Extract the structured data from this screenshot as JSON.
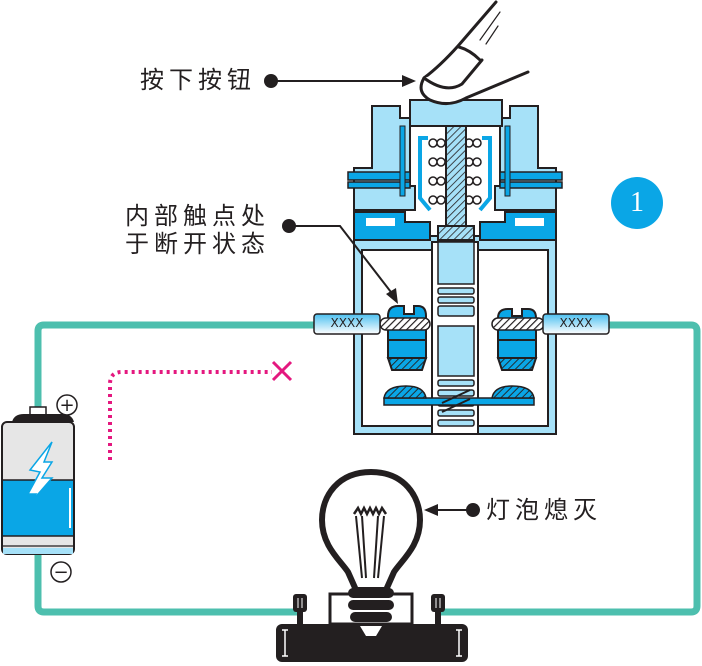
{
  "diagram": {
    "title": "Push-button switch circuit, state 1",
    "step_badge": "1",
    "labels": {
      "press_button": "按下按钮",
      "contacts_line1": "内部触点处",
      "contacts_line2": "于断开状态",
      "lamp_off": "灯泡熄灭"
    },
    "battery": {
      "positive_symbol": "+",
      "negative_symbol": "−"
    },
    "current_path": {
      "blocked_symbol": "×",
      "style": "dotted"
    },
    "wire_marks": "XXXX",
    "colors": {
      "wire": "#4dbfae",
      "switch_light": "#a6e1f8",
      "switch_dark": "#0aa6e6",
      "badge": "#0aa6e6",
      "current_path": "#e4187f",
      "outline": "#231f20",
      "battery_blue": "#0aa6e6",
      "battery_gray": "#e6e6e6"
    }
  }
}
